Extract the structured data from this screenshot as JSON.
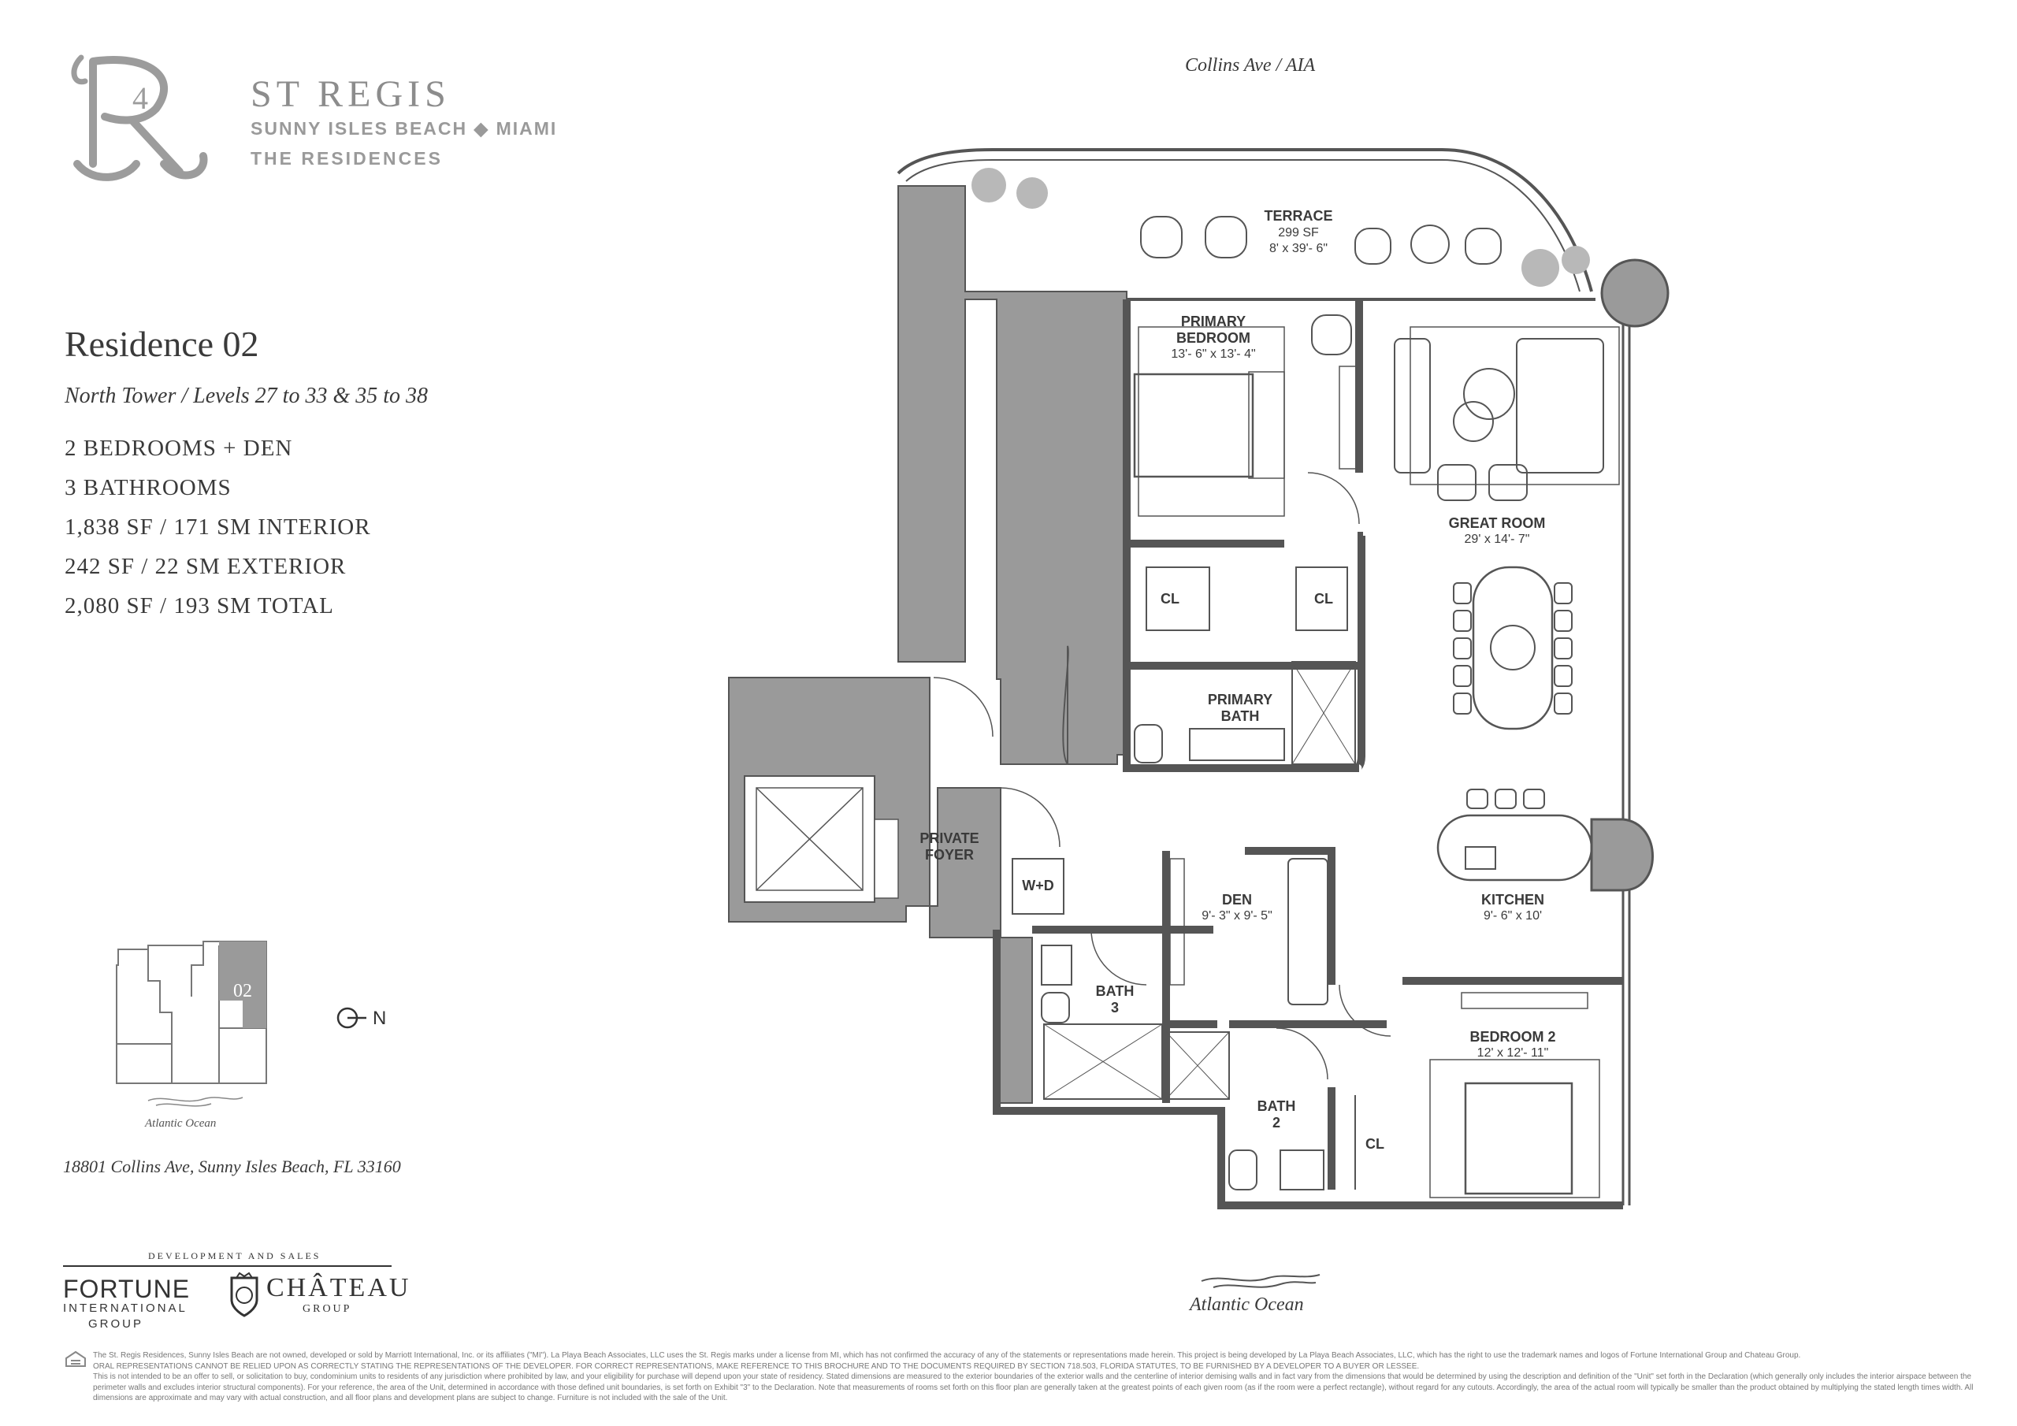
{
  "brand": {
    "name": "ST REGIS",
    "location": "SUNNY ISLES BEACH ◆ MIAMI",
    "subtitle": "THE RESIDENCES"
  },
  "residence": {
    "title": "Residence 02",
    "tower": "North Tower / Levels 27 to 33 & 35 to 38",
    "specs": [
      "2 BEDROOMS + DEN",
      "3 BATHROOMS",
      "1,838 SF / 171 SM INTERIOR",
      "242 SF / 22 SM EXTERIOR",
      "2,080 SF / 193 SM TOTAL"
    ]
  },
  "keyplan": {
    "unit_label": "02",
    "ocean_label": "Atlantic Ocean",
    "north_label": "N"
  },
  "address": "18801 Collins Ave, Sunny Isles Beach, FL 33160",
  "developers": {
    "label": "DEVELOPMENT AND SALES",
    "fortune": "FORTUNE",
    "fortune_sub": "INTERNATIONAL",
    "fortune_sub2": "GROUP",
    "chateau": "CHÂTEAU",
    "chateau_sub": "GROUP"
  },
  "plan": {
    "street": "Collins Ave / AIA",
    "ocean": "Atlantic Ocean",
    "rooms": {
      "terrace": {
        "name": "TERRACE",
        "area": "299 SF",
        "dim": "8' x 39'- 6\""
      },
      "primary_bedroom": {
        "name1": "PRIMARY",
        "name2": "BEDROOM",
        "dim": "13'- 6\" x 13'- 4\""
      },
      "great_room": {
        "name": "GREAT ROOM",
        "dim": "29' x 14'- 7\""
      },
      "cl1": "CL",
      "cl2": "CL",
      "cl3": "CL",
      "primary_bath": {
        "name1": "PRIMARY",
        "name2": "BATH"
      },
      "private_foyer": {
        "name1": "PRIVATE",
        "name2": "FOYER"
      },
      "wd": "W+D",
      "den": {
        "name": "DEN",
        "dim": "9'- 3\" x 9'- 5\""
      },
      "kitchen": {
        "name": "KITCHEN",
        "dim": "9'- 6\" x 10'"
      },
      "bath3": {
        "name1": "BATH",
        "name2": "3"
      },
      "bath2": {
        "name1": "BATH",
        "name2": "2"
      },
      "bedroom2": {
        "name": "BEDROOM 2",
        "dim": "12' x 12'- 11\""
      }
    }
  },
  "disclaimer": [
    "The St. Regis Residences, Sunny Isles Beach are not owned, developed or sold by Marriott International, Inc. or its affiliates (\"MI\"). La Playa Beach Associates, LLC uses the St. Regis marks under a license from MI, which has not confirmed the accuracy of any of the statements or representations made herein. This project is being developed by La Playa Beach Associates, LLC, which has the right to use the trademark names and logos of Fortune International Group and Chateau Group.",
    "ORAL REPRESENTATIONS CANNOT BE RELIED UPON AS CORRECTLY STATING THE REPRESENTATIONS OF THE DEVELOPER. FOR CORRECT REPRESENTATIONS, MAKE REFERENCE TO THIS BROCHURE AND TO THE DOCUMENTS REQUIRED BY SECTION 718.503, FLORIDA STATUTES, TO BE FURNISHED BY A DEVELOPER TO A BUYER OR LESSEE.",
    "This is not intended to be an offer to sell, or solicitation to buy, condominium units to residents of any jurisdiction where prohibited by law, and your eligibility for purchase will depend upon your state of residency. Stated dimensions are measured to the exterior boundaries of the exterior walls and the centerline of interior demising walls and in fact vary from the dimensions that would be determined by using the description and definition of the \"Unit\" set forth in the Declaration (which generally only includes the interior airspace between the perimeter walls and excludes interior structural components). For your reference, the area of the Unit, determined in accordance with those defined unit boundaries, is set forth on Exhibit \"3\" to the Declaration. Note that measurements of rooms set forth on this floor plan are generally taken at the greatest points of each given room (as if the room were a perfect rectangle), without regard for any cutouts. Accordingly, the area of the actual room will typically be smaller than the product obtained by multiplying the stated length times width. All dimensions are approximate and may vary with actual construction, and all floor plans and development plans are subject to change. Furniture is not included with the sale of the Unit."
  ]
}
